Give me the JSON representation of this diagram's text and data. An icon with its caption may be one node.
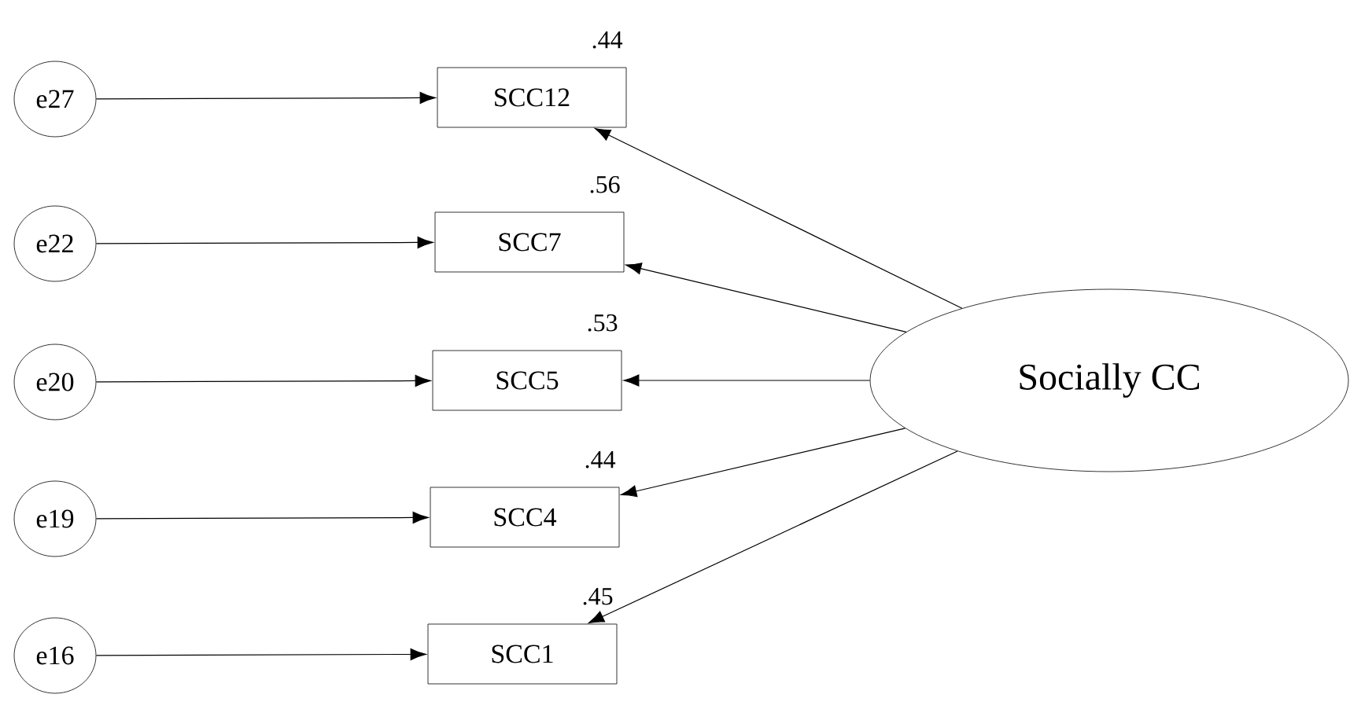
{
  "diagram": {
    "nodes": [
      {
        "text": [
          "e27"
        ]
      },
      {
        "text": [
          "e22"
        ]
      },
      {
        "text": [
          "e20"
        ]
      },
      {
        "text": [
          "e19"
        ]
      },
      {
        "text": [
          "e16"
        ]
      },
      {
        "text": [
          "SCC12"
        ],
        "beside": [
          ".44"
        ]
      },
      {
        "text": [
          "SCC7"
        ],
        "beside": [
          ".56"
        ]
      },
      {
        "text": [
          "SCC5"
        ],
        "beside": [
          ".53"
        ]
      },
      {
        "text": [
          "SCC4"
        ],
        "beside": [
          ".44"
        ]
      },
      {
        "text": [
          "SCC1"
        ],
        "beside": [
          ".45"
        ]
      },
      {
        "text": [
          "Socially CC"
        ]
      }
    ],
    "edges": [
      {
        "from": 0,
        "to": 5,
        "arrow": "to"
      },
      {
        "from": 1,
        "to": 6,
        "arrow": "to"
      },
      {
        "from": 2,
        "to": 7,
        "arrow": "to"
      },
      {
        "from": 3,
        "to": 8,
        "arrow": "to"
      },
      {
        "from": 4,
        "to": 9,
        "arrow": "to"
      },
      {
        "from": 10,
        "to": 5,
        "arrow": "to"
      },
      {
        "from": 10,
        "to": 6,
        "arrow": "to"
      },
      {
        "from": 10,
        "to": 7,
        "arrow": "to"
      },
      {
        "from": 10,
        "to": 8,
        "arrow": "to"
      },
      {
        "from": 10,
        "to": 9,
        "arrow": "to"
      }
    ]
  }
}
